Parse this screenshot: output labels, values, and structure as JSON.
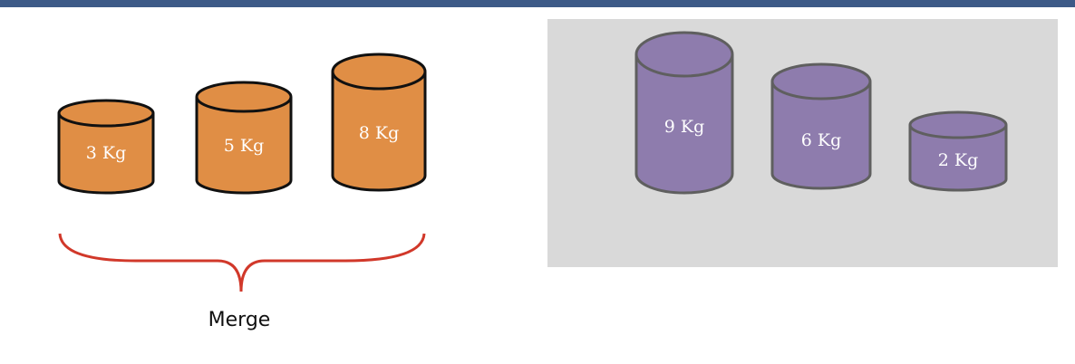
{
  "colors": {
    "header_bar": "#3d5a87",
    "panel": "#d9d9d9",
    "orange_fill": "#e08e45",
    "orange_stroke": "#111111",
    "purple_fill": "#8e7cad",
    "purple_stroke": "#5f5f5f",
    "brace": "#d1382a"
  },
  "left_group": {
    "weights": [
      {
        "label": "3 Kg"
      },
      {
        "label": "5 Kg"
      },
      {
        "label": "8 Kg"
      }
    ],
    "merge_label": "Merge"
  },
  "right_group": {
    "weights": [
      {
        "label": "9 Kg"
      },
      {
        "label": "6 Kg"
      },
      {
        "label": "2 Kg"
      }
    ]
  }
}
